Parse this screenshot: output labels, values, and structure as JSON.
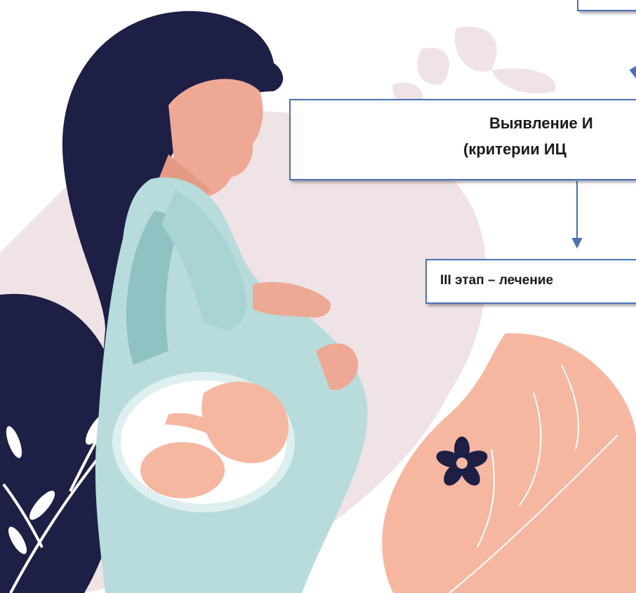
{
  "flow": {
    "detect_line1": "Выявление И",
    "detect_line2": "(критерии ИЦ",
    "stage3": "III этап – лечение"
  },
  "colors": {
    "navy": "#1d1f45",
    "mint": "#b7dcdb",
    "mint_shadow": "#8fc3c3",
    "peach": "#f5b7a0",
    "skin": "#eea994",
    "blush": "#efe3e6",
    "box_border": "#4a6fb8",
    "arrow": "#4a6fb8"
  },
  "icons": [
    "pregnant-woman-illustration",
    "fetus-illustration",
    "flower-icon",
    "leaf-icon"
  ]
}
